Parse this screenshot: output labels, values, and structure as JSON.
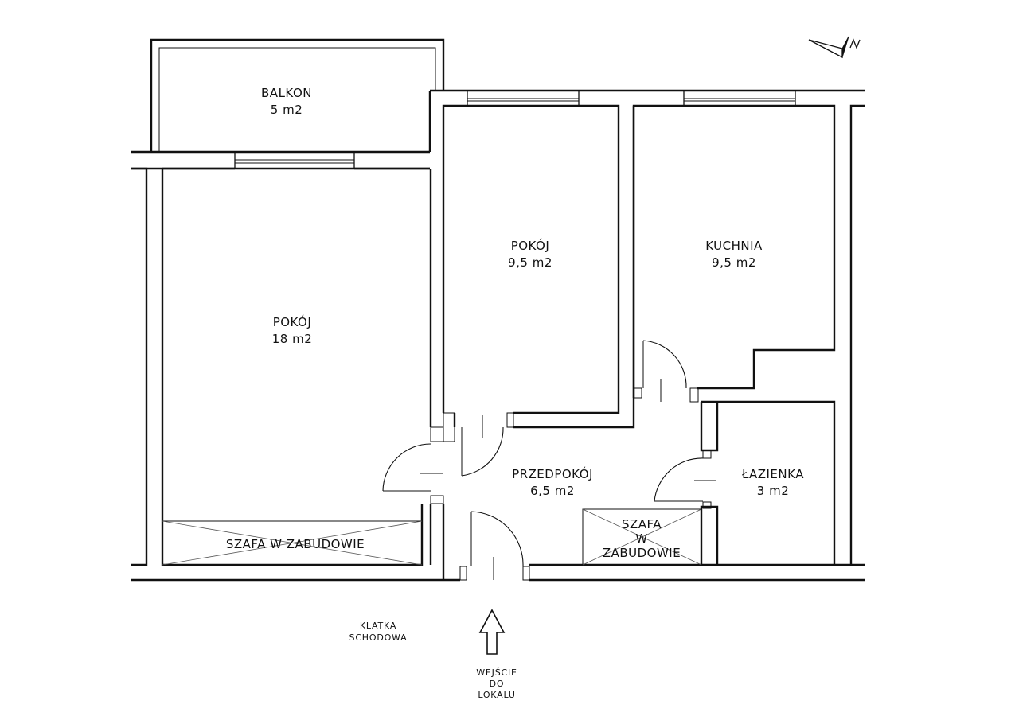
{
  "rooms": {
    "balkon": {
      "name": "BALKON",
      "area": "5 m2"
    },
    "pokoj_big": {
      "name": "POKÓJ",
      "area": "18 m2"
    },
    "pokoj_small": {
      "name": "POKÓJ",
      "area": "9,5 m2"
    },
    "kuchnia": {
      "name": "KUCHNIA",
      "area": "9,5 m2"
    },
    "przedpokoj": {
      "name": "PRZEDPOKÓJ",
      "area": "6,5 m2"
    },
    "lazienka": {
      "name": "ŁAZIENKA",
      "area": "3 m2"
    }
  },
  "wardrobes": {
    "left": "SZAFA W ZABUDOWIE",
    "right_lines": [
      "SZAFA",
      "W",
      "ZABUDOWIE"
    ]
  },
  "labels": {
    "stairwell_lines": [
      "KLATKA",
      "SCHODOWA"
    ],
    "entrance_lines": [
      "WEJŚCIE",
      "DO",
      "LOKALU"
    ]
  },
  "icons": {
    "north": "north-arrow-icon",
    "entrance": "entrance-arrow-icon"
  }
}
